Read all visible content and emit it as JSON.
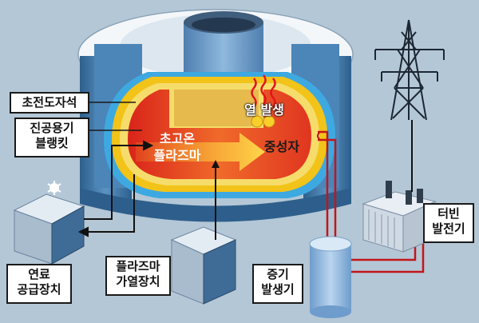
{
  "labels": {
    "superconducting_magnet": "초전도자석",
    "vacuum_vessel_blanket": [
      "진공용기",
      "블랭킷"
    ],
    "heat_generation": "열 발생",
    "plasma": [
      "초고온",
      "플라즈마"
    ],
    "neutron": "중성자",
    "fuel_supply": [
      "연료",
      "공급장치"
    ],
    "plasma_heating": [
      "플라즈마",
      "가열장치"
    ],
    "steam_generator": [
      "증기",
      "발생기"
    ],
    "turbine_generator": [
      "터빈",
      "발전기"
    ]
  },
  "colors": {
    "background": "#b4c7d6",
    "magnet_blue": "#3e76a8",
    "blanket_yellow": "#f2c318",
    "plasma_red": "#e63a1c",
    "pipe_red": "#c3151a",
    "label_border": "#1a1a1a"
  },
  "icons": [
    "snowflake-icon",
    "heat-wave-icon",
    "transmission-tower-icon"
  ]
}
